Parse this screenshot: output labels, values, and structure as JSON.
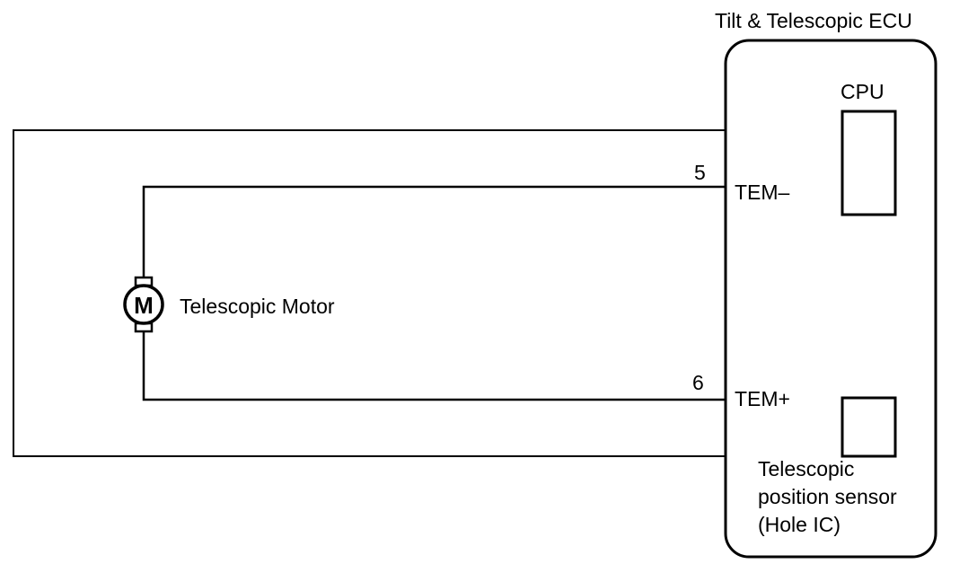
{
  "ecu": {
    "title": "Tilt & Telescopic ECU",
    "cpu_label": "CPU",
    "sensor_label_lines": [
      "Telescopic",
      "position sensor",
      "(Hole IC)"
    ]
  },
  "motor": {
    "symbol": "M",
    "label": "Telescopic Motor"
  },
  "terminals": [
    {
      "pin": "5",
      "name": "TEM–"
    },
    {
      "pin": "6",
      "name": "TEM+"
    }
  ]
}
